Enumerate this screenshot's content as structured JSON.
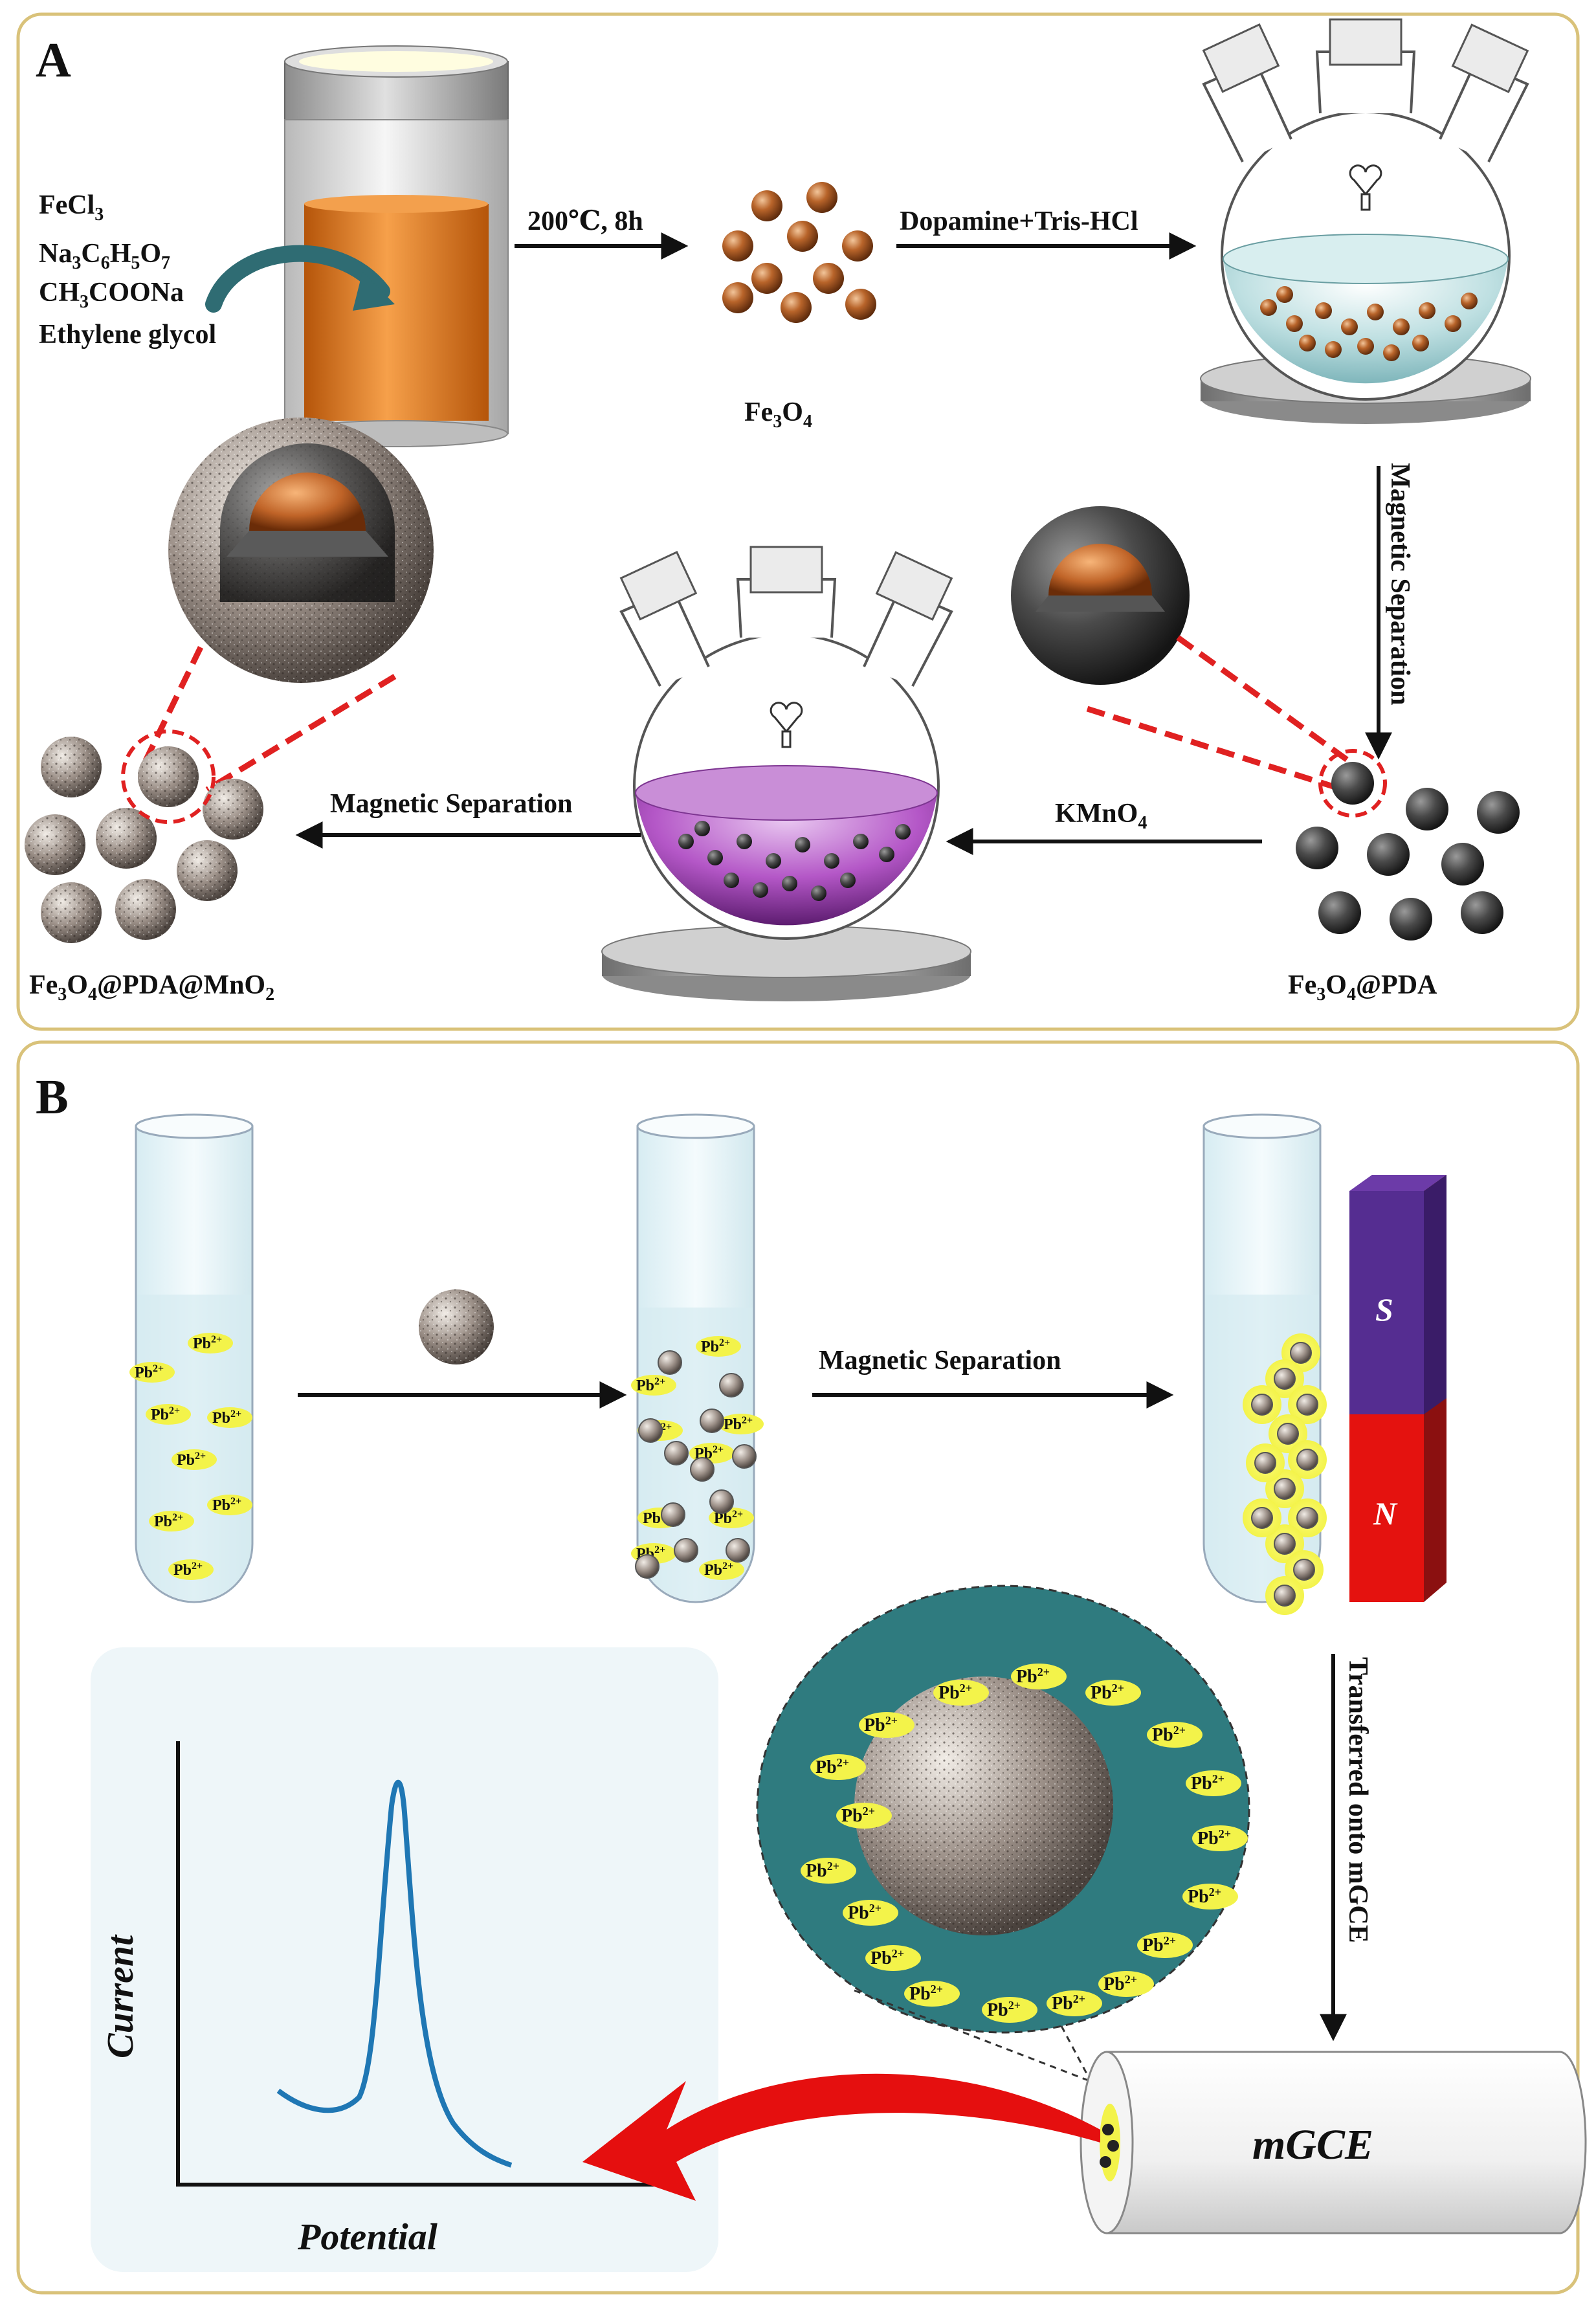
{
  "panel_a": {
    "letter": "A",
    "reagents": [
      "FeCl",
      "Na",
      "CH",
      "Ethylene glycol"
    ],
    "reagent_lines": [
      {
        "parts": [
          [
            "FeCl",
            ""
          ],
          [
            "3",
            "sub"
          ]
        ]
      },
      {
        "parts": [
          [
            "Na",
            ""
          ],
          [
            "3",
            "sub"
          ],
          [
            "C",
            ""
          ],
          [
            "6",
            "sub"
          ],
          [
            "H",
            ""
          ],
          [
            "5",
            "sub"
          ],
          [
            "O",
            ""
          ],
          [
            "7",
            "sub"
          ]
        ]
      },
      {
        "parts": [
          [
            "CH",
            ""
          ],
          [
            "3",
            "sub"
          ],
          [
            "COONa",
            ""
          ]
        ]
      },
      {
        "parts": [
          [
            "Ethylene glycol",
            ""
          ]
        ]
      }
    ],
    "step1_label": "200℃, 8h",
    "step2_label": "Dopamine+Tris-HCl",
    "step3_label": "Magnetic Separation",
    "step4_label": "KMnO",
    "step4_sub": "4",
    "step5_label": "Magnetic Separation",
    "product1": {
      "a": "Fe",
      "a_sub": "3",
      "b": "O",
      "b_sub": "4"
    },
    "product2": {
      "a": "Fe",
      "a_sub": "3",
      "b": "O",
      "b_sub": "4",
      "c": "@PDA"
    },
    "product3": {
      "a": "Fe",
      "a_sub": "3",
      "b": "O",
      "b_sub": "4",
      "c": "@PDA@MnO",
      "c_sub": "2"
    }
  },
  "panel_b": {
    "letter": "B",
    "ion": "Pb",
    "ion_sup": "2+",
    "step1_label": "Magnetic Separation",
    "magnet_s": "S",
    "magnet_n": "N",
    "step2_label": "Transferred onto mGCE",
    "electrode": "mGCE",
    "ylabel": "Current",
    "xlabel": "Potential"
  },
  "colors": {
    "frame": "#d9c27a",
    "orange_liquid": "#e57a12",
    "np_brown": "#a0521f",
    "teal_liquid": "#bfe0e2",
    "purple_liquid": "#a53fb8",
    "magnet_s": "#552d91",
    "magnet_n": "#e4120f",
    "ion_glow": "#f3f34a",
    "curve": "#1f77b4",
    "zoom_bg": "#2f7b7f",
    "red_arrow": "#e50f0f"
  }
}
